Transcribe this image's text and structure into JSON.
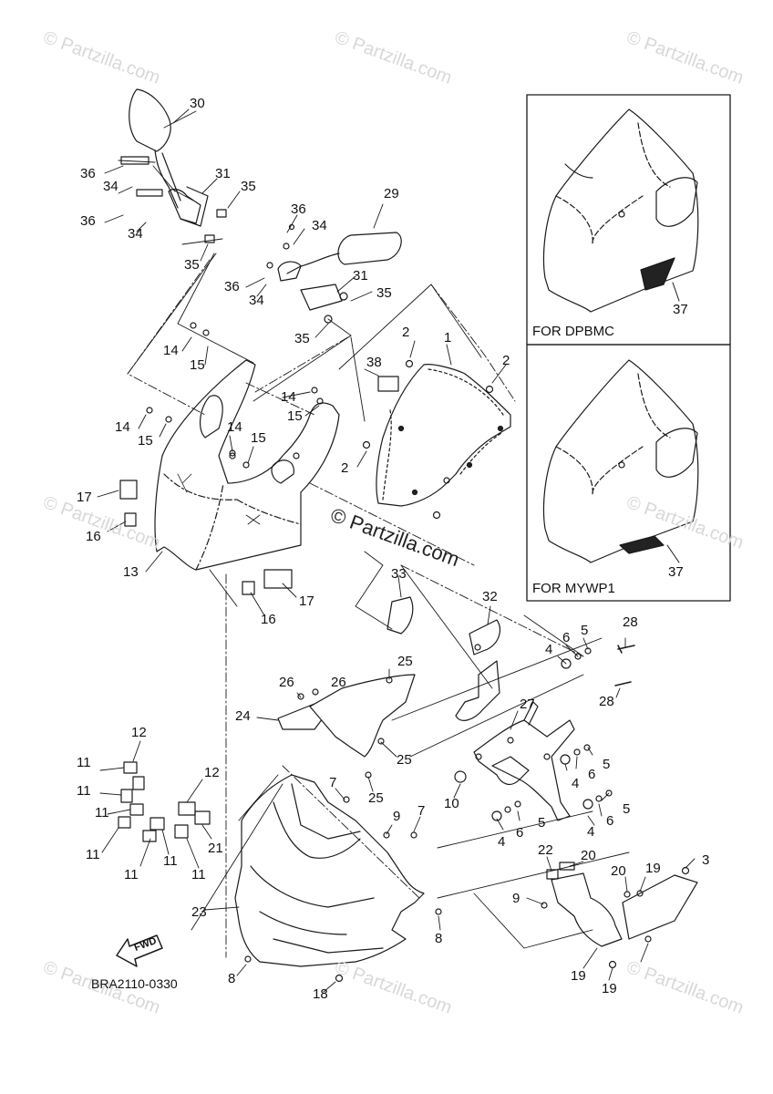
{
  "watermark": "© Partzilla.com",
  "diagram_code": "BRA2110-0330",
  "fwd_label": "FWD",
  "insets": [
    {
      "caption": "FOR DPBMC",
      "part": "37"
    },
    {
      "caption": "FOR MYWP1",
      "part": "37"
    }
  ],
  "callouts": [
    {
      "id": "c30",
      "label": "30"
    },
    {
      "id": "c36a",
      "label": "36"
    },
    {
      "id": "c34a",
      "label": "34"
    },
    {
      "id": "c31a",
      "label": "31"
    },
    {
      "id": "c35a",
      "label": "35"
    },
    {
      "id": "c36b",
      "label": "36"
    },
    {
      "id": "c34b",
      "label": "34"
    },
    {
      "id": "c35b",
      "label": "35"
    },
    {
      "id": "c29",
      "label": "29"
    },
    {
      "id": "c36c",
      "label": "36"
    },
    {
      "id": "c34c",
      "label": "34"
    },
    {
      "id": "c36d",
      "label": "36"
    },
    {
      "id": "c34d",
      "label": "34"
    },
    {
      "id": "c31b",
      "label": "31"
    },
    {
      "id": "c35c",
      "label": "35"
    },
    {
      "id": "c35d",
      "label": "35"
    },
    {
      "id": "c14a",
      "label": "14"
    },
    {
      "id": "c15a",
      "label": "15"
    },
    {
      "id": "c2a",
      "label": "2"
    },
    {
      "id": "c1",
      "label": "1"
    },
    {
      "id": "c38",
      "label": "38"
    },
    {
      "id": "c2b",
      "label": "2"
    },
    {
      "id": "c14b",
      "label": "14"
    },
    {
      "id": "c15b",
      "label": "15"
    },
    {
      "id": "c14c",
      "label": "14"
    },
    {
      "id": "c15c",
      "label": "15"
    },
    {
      "id": "c14d",
      "label": "14"
    },
    {
      "id": "c15d",
      "label": "15"
    },
    {
      "id": "c2c",
      "label": "2"
    },
    {
      "id": "c17a",
      "label": "17"
    },
    {
      "id": "c16a",
      "label": "16"
    },
    {
      "id": "c13",
      "label": "13"
    },
    {
      "id": "c16b",
      "label": "16"
    },
    {
      "id": "c17b",
      "label": "17"
    },
    {
      "id": "c33",
      "label": "33"
    },
    {
      "id": "c32",
      "label": "32"
    },
    {
      "id": "c28a",
      "label": "28"
    },
    {
      "id": "c5a",
      "label": "5"
    },
    {
      "id": "c6a",
      "label": "6"
    },
    {
      "id": "c4a",
      "label": "4"
    },
    {
      "id": "c28b",
      "label": "28"
    },
    {
      "id": "c25a",
      "label": "25"
    },
    {
      "id": "c26a",
      "label": "26"
    },
    {
      "id": "c26b",
      "label": "26"
    },
    {
      "id": "c24",
      "label": "24"
    },
    {
      "id": "c27",
      "label": "27"
    },
    {
      "id": "c12a",
      "label": "12"
    },
    {
      "id": "c25b",
      "label": "25"
    },
    {
      "id": "c5b",
      "label": "5"
    },
    {
      "id": "c6b",
      "label": "6"
    },
    {
      "id": "c4b",
      "label": "4"
    },
    {
      "id": "c11a",
      "label": "11"
    },
    {
      "id": "c12b",
      "label": "12"
    },
    {
      "id": "c7a",
      "label": "7"
    },
    {
      "id": "c25c",
      "label": "25"
    },
    {
      "id": "c10",
      "label": "10"
    },
    {
      "id": "c5c",
      "label": "5"
    },
    {
      "id": "c6c",
      "label": "6"
    },
    {
      "id": "c11b",
      "label": "11"
    },
    {
      "id": "c11c",
      "label": "11"
    },
    {
      "id": "c9a",
      "label": "9"
    },
    {
      "id": "c7b",
      "label": "7"
    },
    {
      "id": "c5d",
      "label": "5"
    },
    {
      "id": "c4c",
      "label": "4"
    },
    {
      "id": "c6d",
      "label": "6"
    },
    {
      "id": "c4d",
      "label": "4"
    },
    {
      "id": "c11d",
      "label": "11"
    },
    {
      "id": "c11e",
      "label": "11"
    },
    {
      "id": "c11f",
      "label": "11"
    },
    {
      "id": "c11g",
      "label": "11"
    },
    {
      "id": "c21",
      "label": "21"
    },
    {
      "id": "c22",
      "label": "22"
    },
    {
      "id": "c20a",
      "label": "20"
    },
    {
      "id": "c20b",
      "label": "20"
    },
    {
      "id": "c19a",
      "label": "19"
    },
    {
      "id": "c3",
      "label": "3"
    },
    {
      "id": "c23",
      "label": "23"
    },
    {
      "id": "c9b",
      "label": "9"
    },
    {
      "id": "c8a",
      "label": "8"
    },
    {
      "id": "c8b",
      "label": "8"
    },
    {
      "id": "c18",
      "label": "18"
    },
    {
      "id": "c19b",
      "label": "19"
    },
    {
      "id": "c19c",
      "label": "19"
    }
  ]
}
